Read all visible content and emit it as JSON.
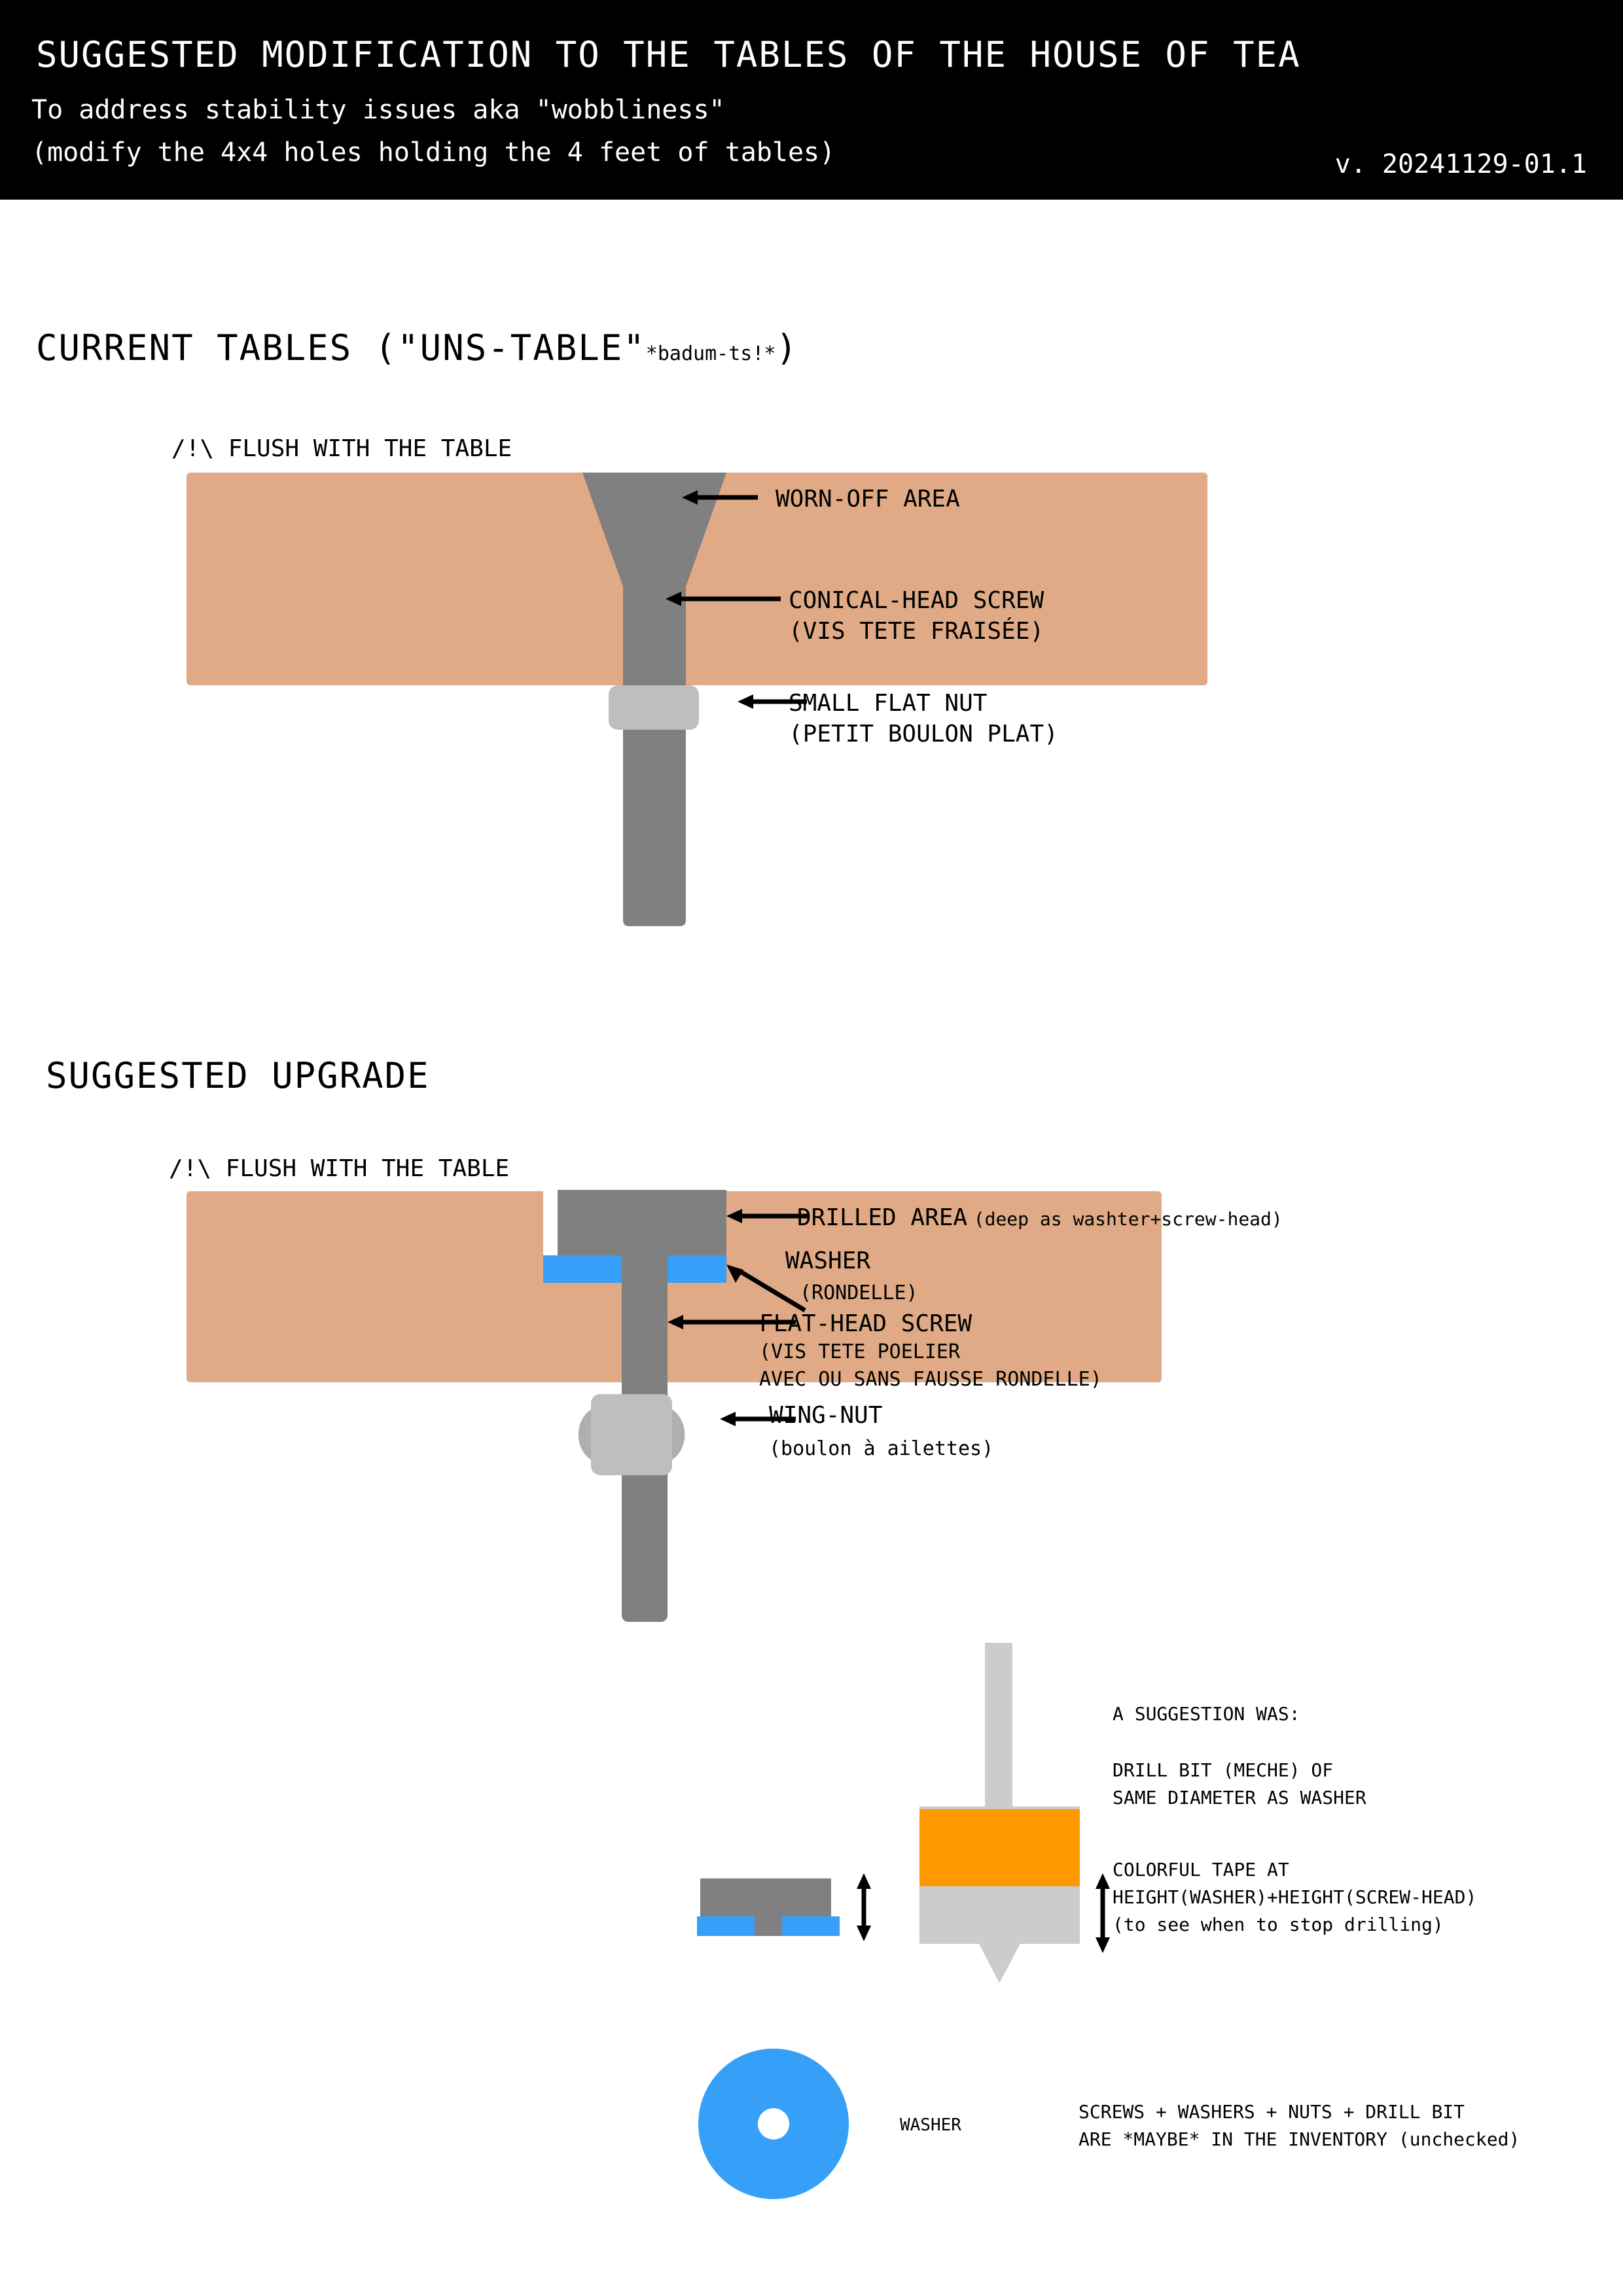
{
  "header": {
    "title": "SUGGESTED MODIFICATION TO THE TABLES OF THE HOUSE OF TEA",
    "subtitle_1": "To address stability issues aka \"wobbliness\"",
    "subtitle_2": "(modify the 4x4 holes holding the 4 feet of tables)",
    "version": "v. 20241129-01.1"
  },
  "section_current": {
    "heading_main": "CURRENT TABLES (\"UNS-TABLE\"",
    "heading_small": "*badum-ts!*",
    "heading_close": ")",
    "flush_note": "/!\\ FLUSH WITH THE TABLE",
    "labels": {
      "worn_off": "WORN-OFF AREA",
      "screw_line1": "CONICAL-HEAD SCREW",
      "screw_line2": "(VIS TETE FRAISÉE)",
      "nut_line1": "SMALL FLAT NUT",
      "nut_line2": "(PETIT BOULON PLAT)"
    }
  },
  "section_upgrade": {
    "heading": "SUGGESTED UPGRADE",
    "flush_note": "/!\\ FLUSH WITH THE TABLE",
    "labels": {
      "drilled_main": "DRILLED AREA",
      "drilled_paren": "(deep as washter+screw-head)",
      "washer_line1": "WASHER",
      "washer_line2": "(RONDELLE)",
      "screw_line1": "FLAT-HEAD SCREW",
      "screw_line2": "(VIS TETE POELIER",
      "screw_line3": "AVEC OU SANS FAUSSE RONDELLE)",
      "wingnut_line1": "WING-NUT",
      "wingnut_line2": "(boulon à ailettes)"
    }
  },
  "drill_section": {
    "suggestion_intro": "A SUGGESTION WAS:",
    "drill_line1": "DRILL BIT (MECHE) OF",
    "drill_line2": "SAME DIAMETER AS WASHER",
    "tape_line1": "COLORFUL TAPE AT",
    "tape_line2": "HEIGHT(WASHER)+HEIGHT(SCREW-HEAD)",
    "tape_line3": "(to see when to stop drilling)"
  },
  "footer_section": {
    "washer_caption": "WASHER",
    "inventory_line1": "SCREWS + WASHERS + NUTS + DRILL BIT",
    "inventory_line2": "ARE *MAYBE* IN THE INVENTORY (unchecked)"
  },
  "colors": {
    "wood": "#DFAA85",
    "steel": "#808080",
    "nut_gray": "#BEBEBE",
    "washer_blue": "#369FF7",
    "worn_red": "#FA5A50",
    "tape_orange": "#FF9900",
    "drill_gray": "#CCCCCC",
    "header_bg": "#000000"
  }
}
